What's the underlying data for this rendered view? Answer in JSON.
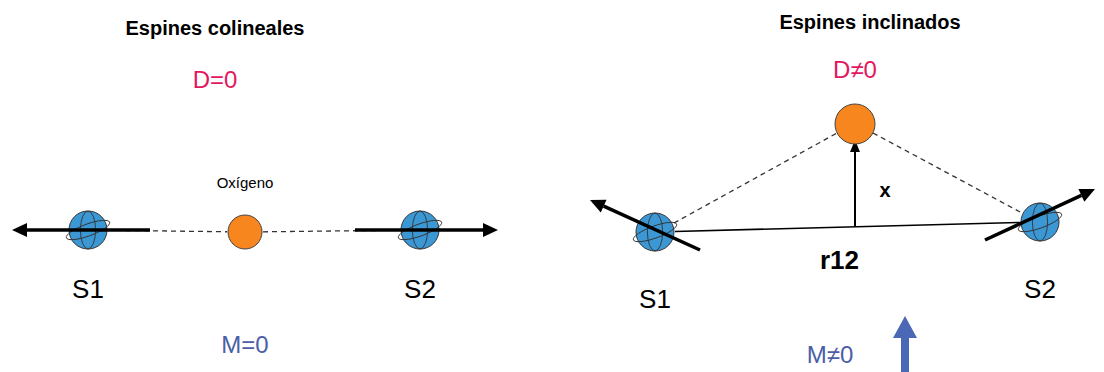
{
  "diagram": {
    "nodes": [
      {
        "text": [
          "S1"
        ]
      },
      {
        "text": [
          "Oxígeno"
        ]
      },
      {
        "text": [
          "S2"
        ]
      },
      {
        "text": [
          "S1"
        ]
      },
      {
        "text": [
          "S2"
        ]
      }
    ],
    "edges": [
      {
        "from": 0,
        "to": 1,
        "arrow": "none"
      },
      {
        "from": 1,
        "to": 2,
        "arrow": "none"
      },
      {
        "from": 3,
        "to": 4,
        "label": "r12",
        "arrow": "none"
      }
    ],
    "labels": [
      "Espines colineales",
      "D=0",
      "M=0",
      "Espines inclinados",
      "D≠0",
      "x",
      "M≠0"
    ]
  }
}
